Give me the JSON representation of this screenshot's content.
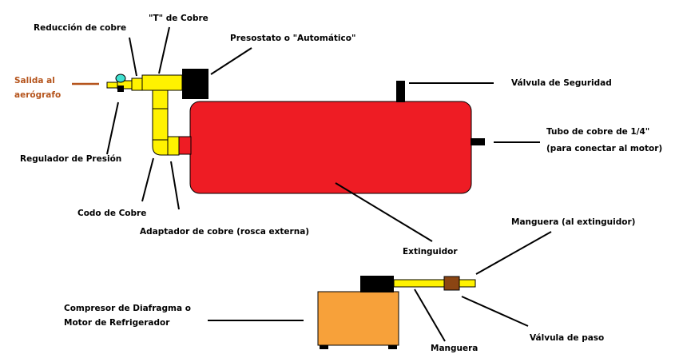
{
  "colors": {
    "tank": "#ee1c24",
    "pipe": "#fff200",
    "compressor": "#f7a13a",
    "part_dark": "#000000",
    "valve": "#8b4513",
    "regulator_knob": "#40e0d0",
    "orange_label": "#b5541c",
    "outline": "#000000",
    "background": "#ffffff"
  },
  "labels": {
    "reduccion": "Reducción de cobre",
    "t_cobre": "\"T\" de Cobre",
    "presostato": "Presostato o \"Automático\"",
    "salida_1": "Salida al",
    "salida_2": "aerógrafo",
    "valvula_seguridad": "Válvula de Seguridad",
    "tubo_1": "Tubo de cobre de 1/4\"",
    "tubo_2": "(para conectar al motor)",
    "regulador": "Regulador de Presión",
    "codo": "Codo de Cobre",
    "adaptador": "Adaptador de cobre (rosca externa)",
    "extinguidor": "Extinguidor",
    "manguera_ext": "Manguera (al extinguidor)",
    "compresor_1": "Compresor de Diafragma o",
    "compresor_2": "Motor de Refrigerador",
    "manguera": "Manguera",
    "valvula_paso": "Válvula de paso"
  }
}
